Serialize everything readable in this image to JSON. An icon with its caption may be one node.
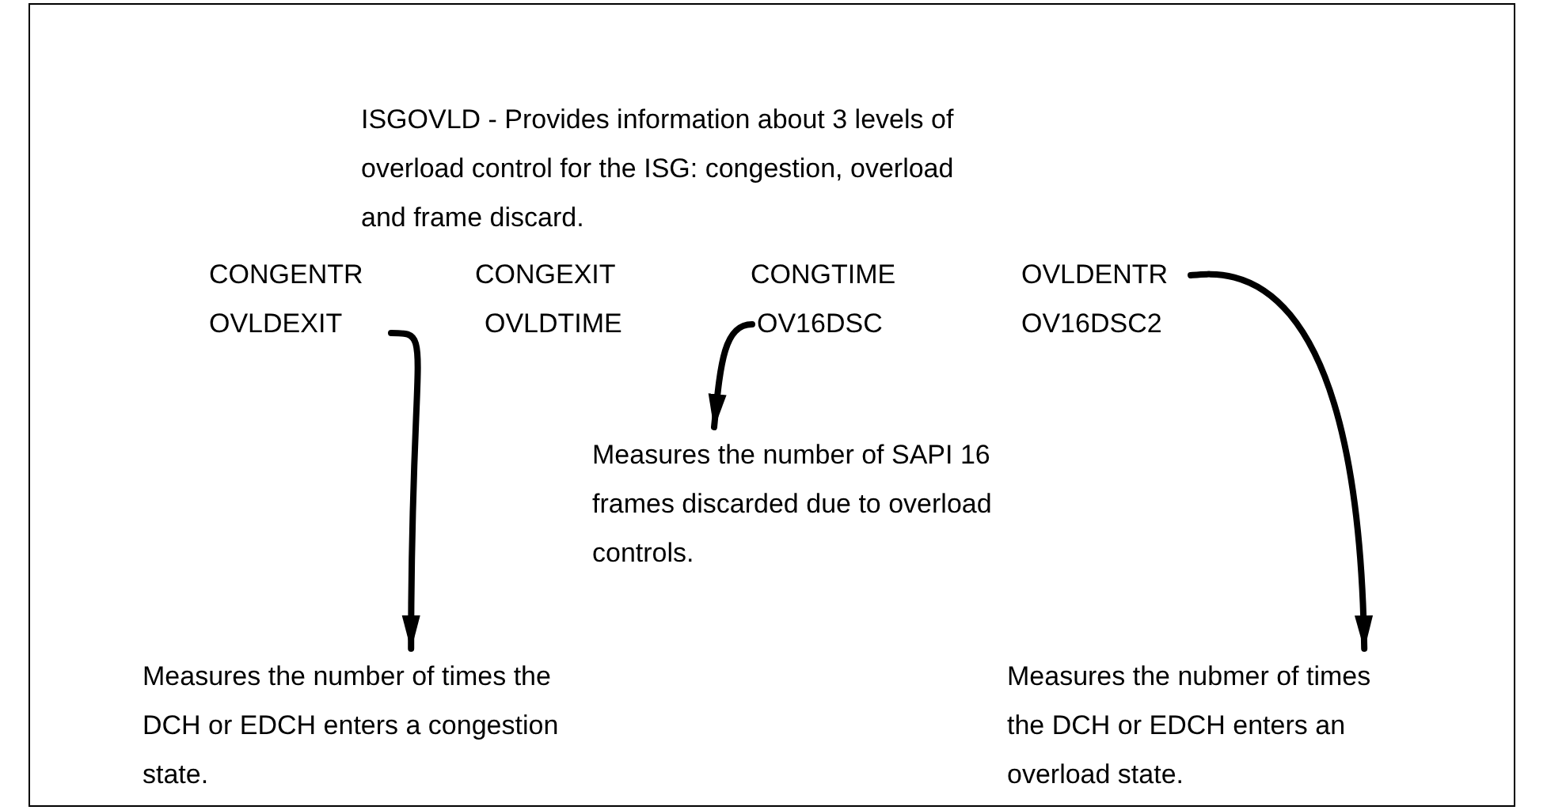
{
  "diagram": {
    "title": "ISGOVLD - Provides information about 3 levels of overload control for the ISG: congestion, overload and frame discard.",
    "nodes": [
      {
        "text": [
          "CONGENTR"
        ]
      },
      {
        "text": [
          "CONGEXIT"
        ]
      },
      {
        "text": [
          "CONGTIME"
        ]
      },
      {
        "text": [
          "OVLDENTR"
        ]
      },
      {
        "text": [
          "OVLDEXIT"
        ]
      },
      {
        "text": [
          "OVLDTIME"
        ]
      },
      {
        "text": [
          "OV16DSC"
        ]
      },
      {
        "text": [
          "OV16DSC2"
        ]
      },
      {
        "text": [
          "Measures the number of SAPI 16 frames discarded due to overload controls."
        ]
      },
      {
        "text": [
          "Measures the number of times the DCH or EDCH enters a congestion state."
        ]
      },
      {
        "text": [
          "Measures the nubmer of times the DCH or EDCH enters an overload state."
        ]
      }
    ],
    "edges": [
      {
        "from": 4,
        "to": 9,
        "arrow": "to"
      },
      {
        "from": 6,
        "to": 8,
        "arrow": "to"
      },
      {
        "from": 3,
        "to": 10,
        "arrow": "to"
      }
    ]
  }
}
